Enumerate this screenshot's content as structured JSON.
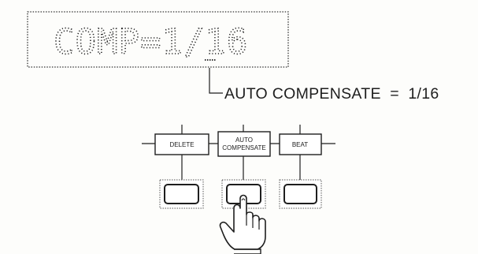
{
  "display": {
    "text": "COMP=1/16"
  },
  "callout": {
    "text": "AUTO COMPENSATE  =  1/16"
  },
  "keys": [
    {
      "label_lines": [
        "DELETE"
      ]
    },
    {
      "label_lines": [
        "AUTO",
        "COMPENSATE"
      ]
    },
    {
      "label_lines": [
        "BEAT"
      ]
    }
  ],
  "pressed_key_index": 1,
  "colors": {
    "ink": "#1e1e1e",
    "paper": "#fdfdfb"
  }
}
